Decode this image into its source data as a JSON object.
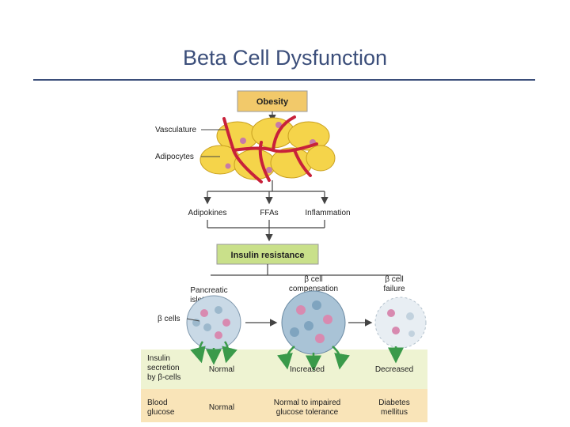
{
  "slide": {
    "title": "Beta Cell Dysfunction"
  },
  "diagram": {
    "top_box": "Obesity",
    "tissue_labels": {
      "vasculature": "Vasculature",
      "adipocytes": "Adipocytes"
    },
    "factors": [
      "Adipokines",
      "FFAs",
      "Inflammation"
    ],
    "middle_box": "Insulin resistance",
    "stages": {
      "islet": [
        "Pancreatic",
        "islet"
      ],
      "compensation": [
        "β cell",
        "compensation"
      ],
      "failure": [
        "β cell",
        "failure"
      ]
    },
    "beta_cells_label": "β cells",
    "insulin_row": {
      "label": [
        "Insulin",
        "secretion",
        "by β-cells"
      ],
      "values": [
        "Normal",
        "Increased",
        "Decreased"
      ]
    },
    "glucose_row": {
      "label": [
        "Blood",
        "glucose"
      ],
      "values": [
        "Normal",
        [
          "Normal to impaired",
          "glucose tolerance"
        ],
        [
          "Diabetes",
          "mellitus"
        ]
      ]
    },
    "colors": {
      "obesity_box": "#f2c96a",
      "resistance_box": "#c9e08a",
      "insulin_band": "#eef3d2",
      "glucose_band": "#f9e4b8",
      "adipocyte": "#f5d44a",
      "vessel": "#c8213a",
      "arrow_green": "#3a9a4a"
    }
  }
}
